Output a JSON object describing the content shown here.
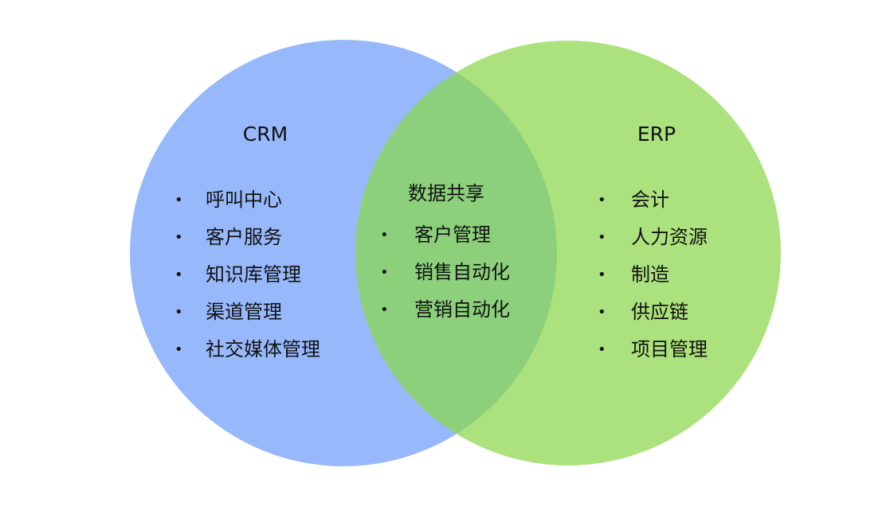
{
  "diagram": {
    "type": "venn",
    "colors": {
      "left": "#97B9FB",
      "right": "#ACE27D",
      "overlap": "#8CD07C"
    },
    "left": {
      "title": "CRM",
      "items": [
        "呼叫中心",
        "客户服务",
        "知识库管理",
        "渠道管理",
        "社交媒体管理"
      ]
    },
    "overlap": {
      "title": "数据共享",
      "items": [
        "客户管理",
        "销售自动化",
        "营销自动化"
      ]
    },
    "right": {
      "title": "ERP",
      "items": [
        "会计",
        "人力资源",
        "制造",
        "供应链",
        "项目管理"
      ]
    },
    "bullet": "•"
  }
}
